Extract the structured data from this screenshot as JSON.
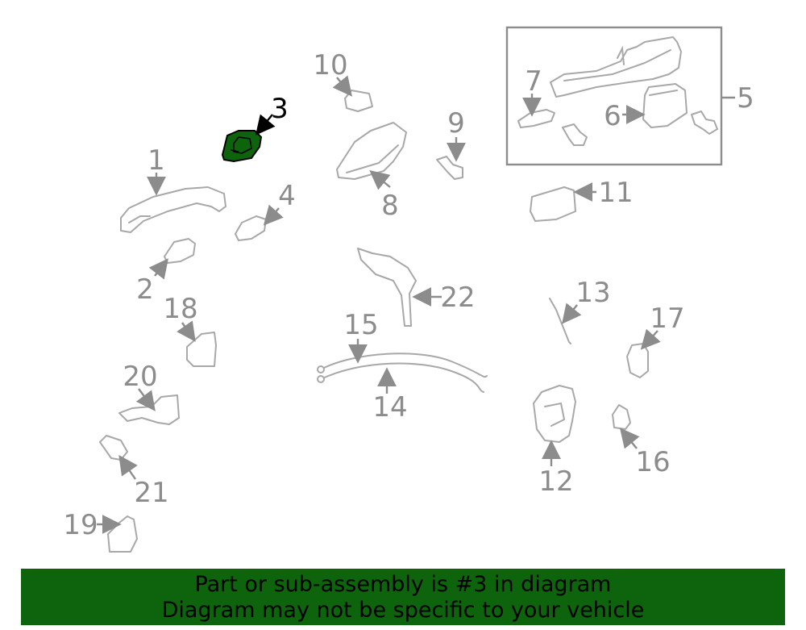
{
  "diagram": {
    "highlight_color": "#0d640d",
    "highlighted_part": "3",
    "callouts": {
      "c1": "1",
      "c2": "2",
      "c3": "3",
      "c4": "4",
      "c5": "5",
      "c6": "6",
      "c7": "7",
      "c8": "8",
      "c9": "9",
      "c10": "10",
      "c11": "11",
      "c12": "12",
      "c13": "13",
      "c14": "14",
      "c15": "15",
      "c16": "16",
      "c17": "17",
      "c18": "18",
      "c19": "19",
      "c20": "20",
      "c21": "21",
      "c22": "22"
    }
  },
  "banner": {
    "line1": "Part or sub-assembly is #3 in diagram",
    "line2": "Diagram may not be specific to your vehicle",
    "background": "#0d640d"
  }
}
